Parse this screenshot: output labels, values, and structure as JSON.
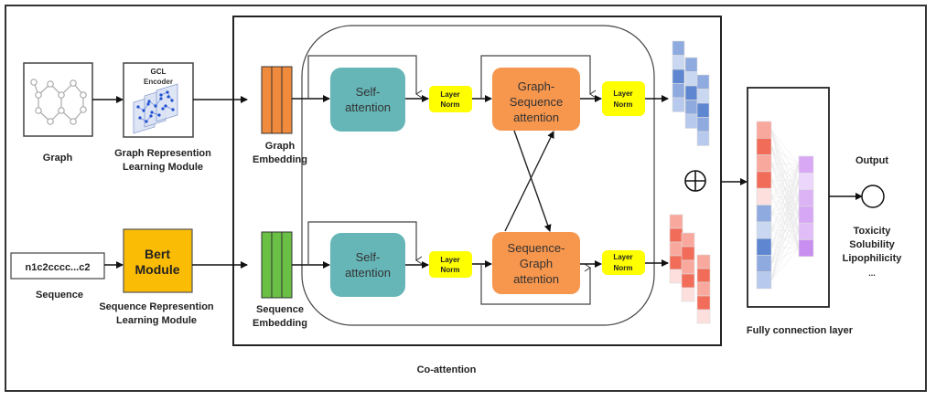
{
  "title_section": "Co-attention",
  "graph_branch": {
    "input_label": "Graph",
    "encoder_title_line1": "GCL",
    "encoder_title_line2": "Encoder",
    "module_label_line1": "Graph Represention",
    "module_label_line2": "Learning Module",
    "embedding_label_line1": "Graph",
    "embedding_label_line2": "Embedding",
    "embedding_color": "#f08a3c"
  },
  "sequence_branch": {
    "input_value": "n1c2cccc...c2",
    "input_label": "Sequence",
    "module_line1": "Bert",
    "module_line2": "Module",
    "module_color": "#fbbc05",
    "module_label_line1": "Sequence Represention",
    "module_label_line2": "Learning Module",
    "embedding_label_line1": "Sequence",
    "embedding_label_line2": "Embedding",
    "embedding_color": "#6abf45"
  },
  "co_attention": {
    "self_attention_top_line1": "Self-",
    "self_attention_top_line2": "attention",
    "self_attention_bottom_line1": "Self-",
    "self_attention_bottom_line2": "attention",
    "layer_norm_line1": "Layer",
    "layer_norm_line2": "Norm",
    "graph_seq_line1": "Graph-",
    "graph_seq_line2": "Sequence",
    "graph_seq_line3": "attention",
    "seq_graph_line1": "Sequence-",
    "seq_graph_line2": "Graph",
    "seq_graph_line3": "attention",
    "self_attention_color": "#66b6b8",
    "cross_attention_color": "#f7964d",
    "layer_norm_color": "#ffff00",
    "label": "Co-attention"
  },
  "concat_symbol": "⊕",
  "fc_layer": {
    "label": "Fully connection layer"
  },
  "output": {
    "title": "Output",
    "targets": [
      "Toxicity",
      "Solubility",
      "Lipophilicity",
      "..."
    ]
  }
}
